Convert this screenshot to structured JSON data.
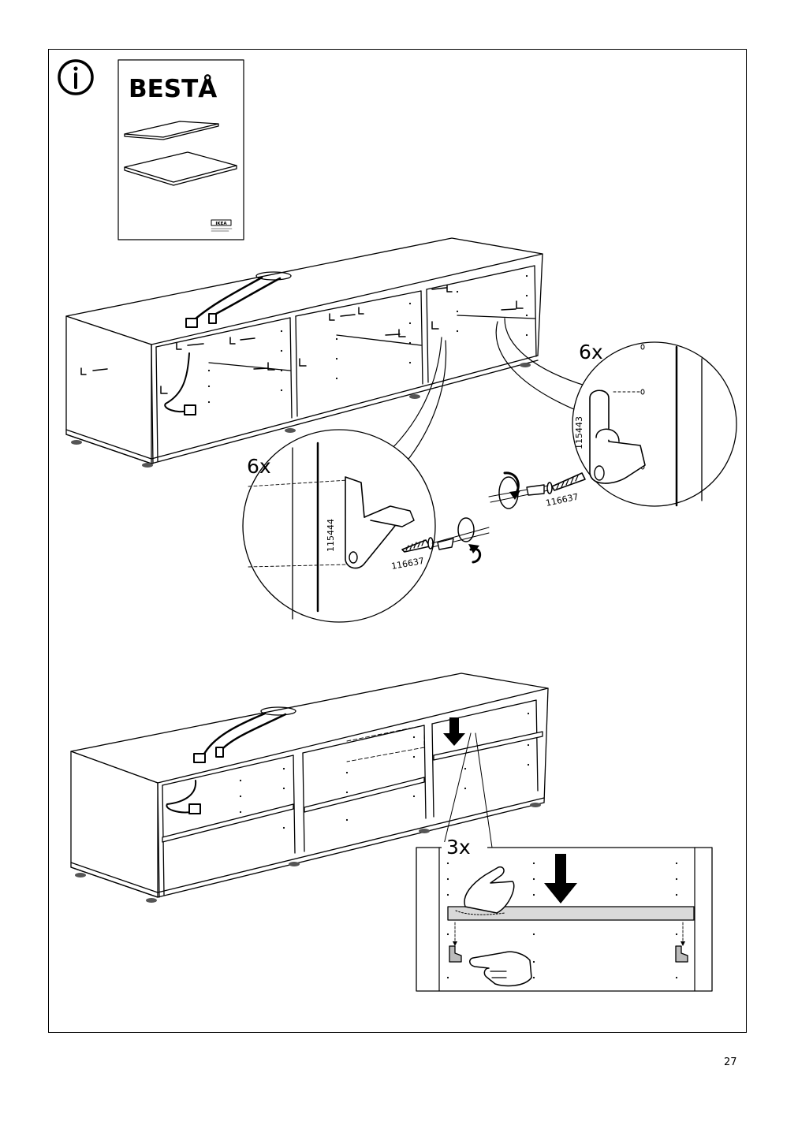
{
  "page": {
    "number": "27"
  },
  "info": {
    "icon": "info-icon",
    "booklet_title": "BESTÅ",
    "booklet_logo": "IKEA"
  },
  "step1": {
    "left_callout": {
      "qty": "6x",
      "hinge_code": "115444",
      "screw_code": "116637"
    },
    "right_callout": {
      "qty": "6x",
      "hinge_code": "115443",
      "screw_code": "116637"
    }
  },
  "step2": {
    "callout": {
      "qty": "3x"
    }
  },
  "colors": {
    "ink": "#000000",
    "paper": "#ffffff",
    "shelf_fill": "#d9d9d9"
  }
}
